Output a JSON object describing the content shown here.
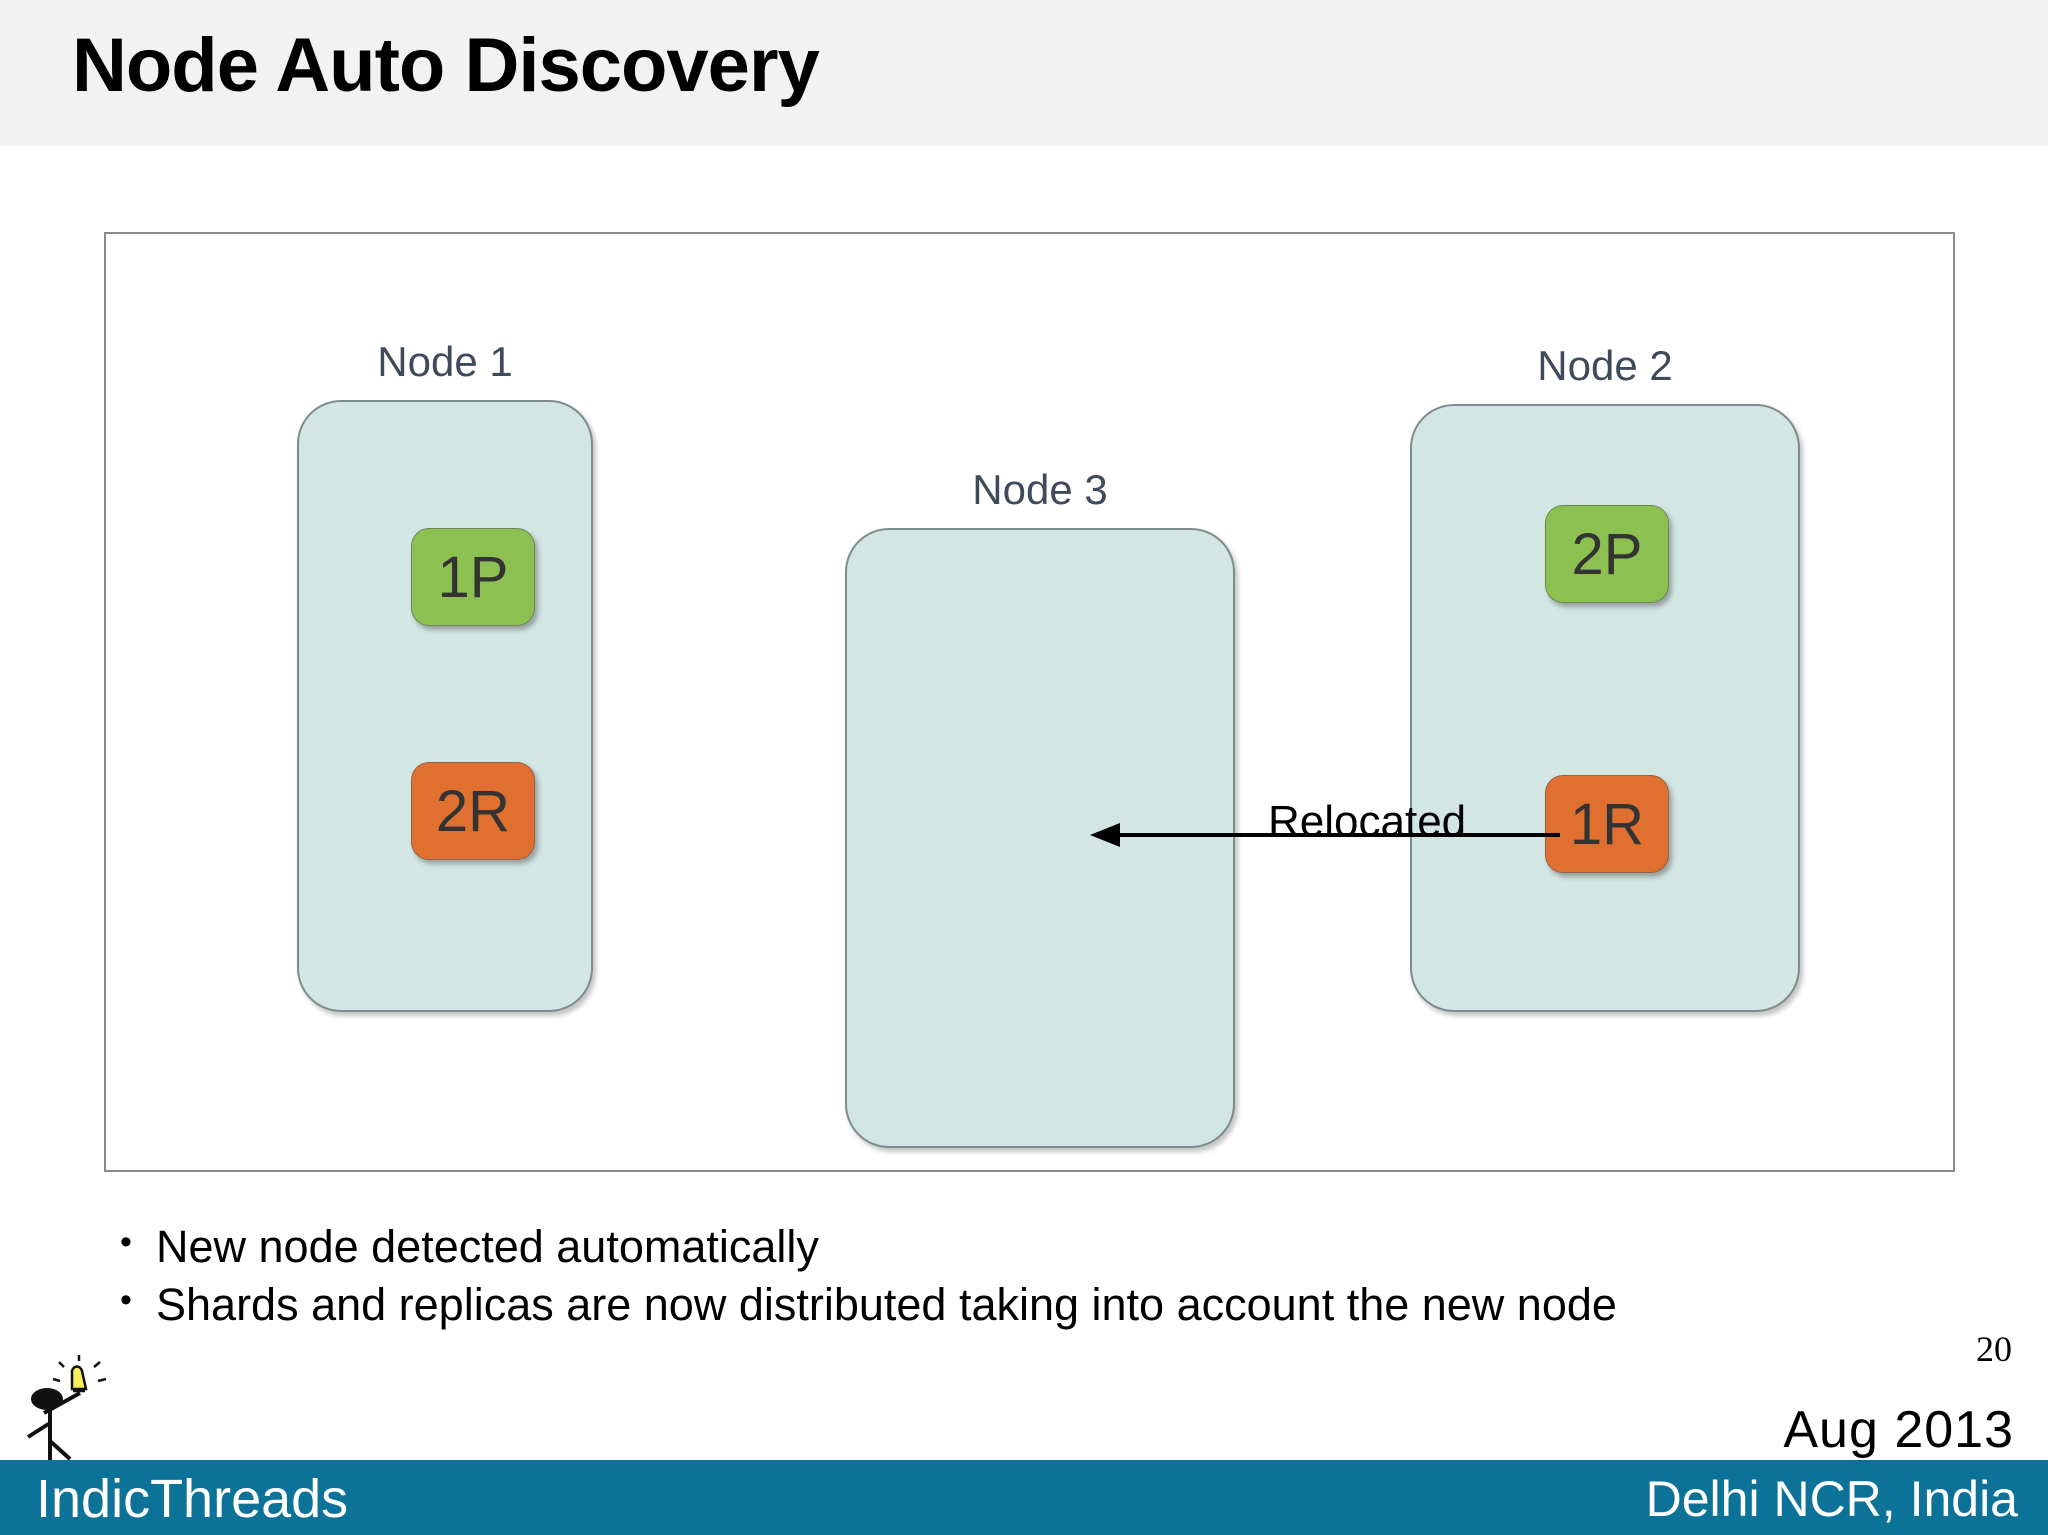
{
  "slide": {
    "title": "Node Auto Discovery",
    "page_number": "20",
    "date": "Aug 2013"
  },
  "diagram": {
    "nodes": [
      {
        "label": "Node 1",
        "shards": [
          {
            "label": "1P",
            "kind": "primary"
          },
          {
            "label": "2R",
            "kind": "replica"
          }
        ]
      },
      {
        "label": "Node 3",
        "shards": []
      },
      {
        "label": "Node 2",
        "shards": [
          {
            "label": "2P",
            "kind": "primary"
          },
          {
            "label": "1R",
            "kind": "replica"
          }
        ]
      }
    ],
    "annotation": {
      "label": "Relocated"
    }
  },
  "bullets": [
    {
      "dot": "•",
      "text": "New node detected automatically"
    },
    {
      "dot": "•",
      "text": "Shards and replicas are now distributed taking into account the new node"
    }
  ],
  "footer": {
    "brand": "IndicThreads",
    "location": "Delhi NCR, India"
  },
  "colors": {
    "header_band": "#f2f2f2",
    "node_fill": "#d2e6e4",
    "node_stroke": "#7d8c8c",
    "primary_shard": "#8cc152",
    "replica_shard": "#e0702f",
    "footer_bar": "#0c7297",
    "node_label_text": "#3f4a5a"
  }
}
